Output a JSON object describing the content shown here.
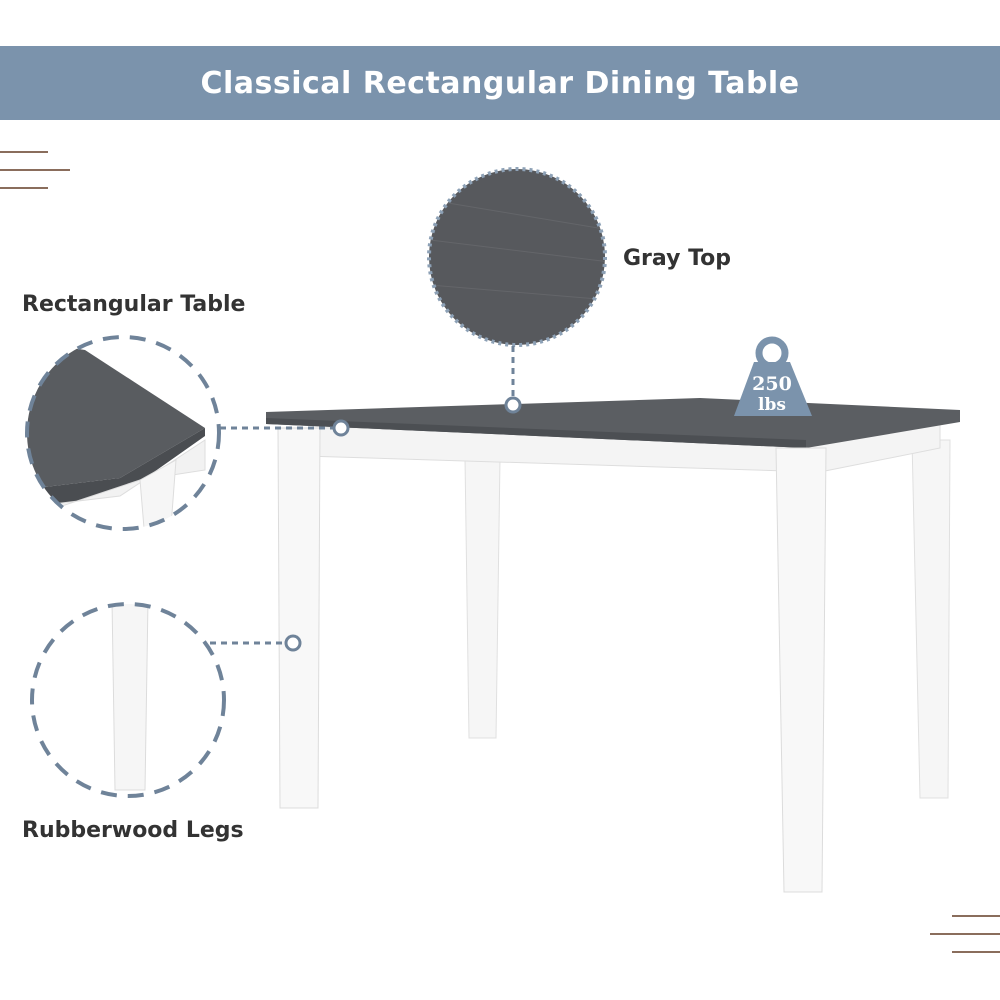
{
  "banner": {
    "title": "Classical Rectangular Dining Table"
  },
  "callouts": {
    "rectangular_table": "Rectangular Table",
    "gray_top": "Gray Top",
    "legs": "Rubberwood Legs"
  },
  "weight_badge": {
    "value": "250",
    "unit": "lbs"
  },
  "colors": {
    "banner": "#7b93ac",
    "accent_dashes": "#6f8399",
    "table_top": "#5b5e62",
    "table_frame": "#f4f4f4"
  }
}
